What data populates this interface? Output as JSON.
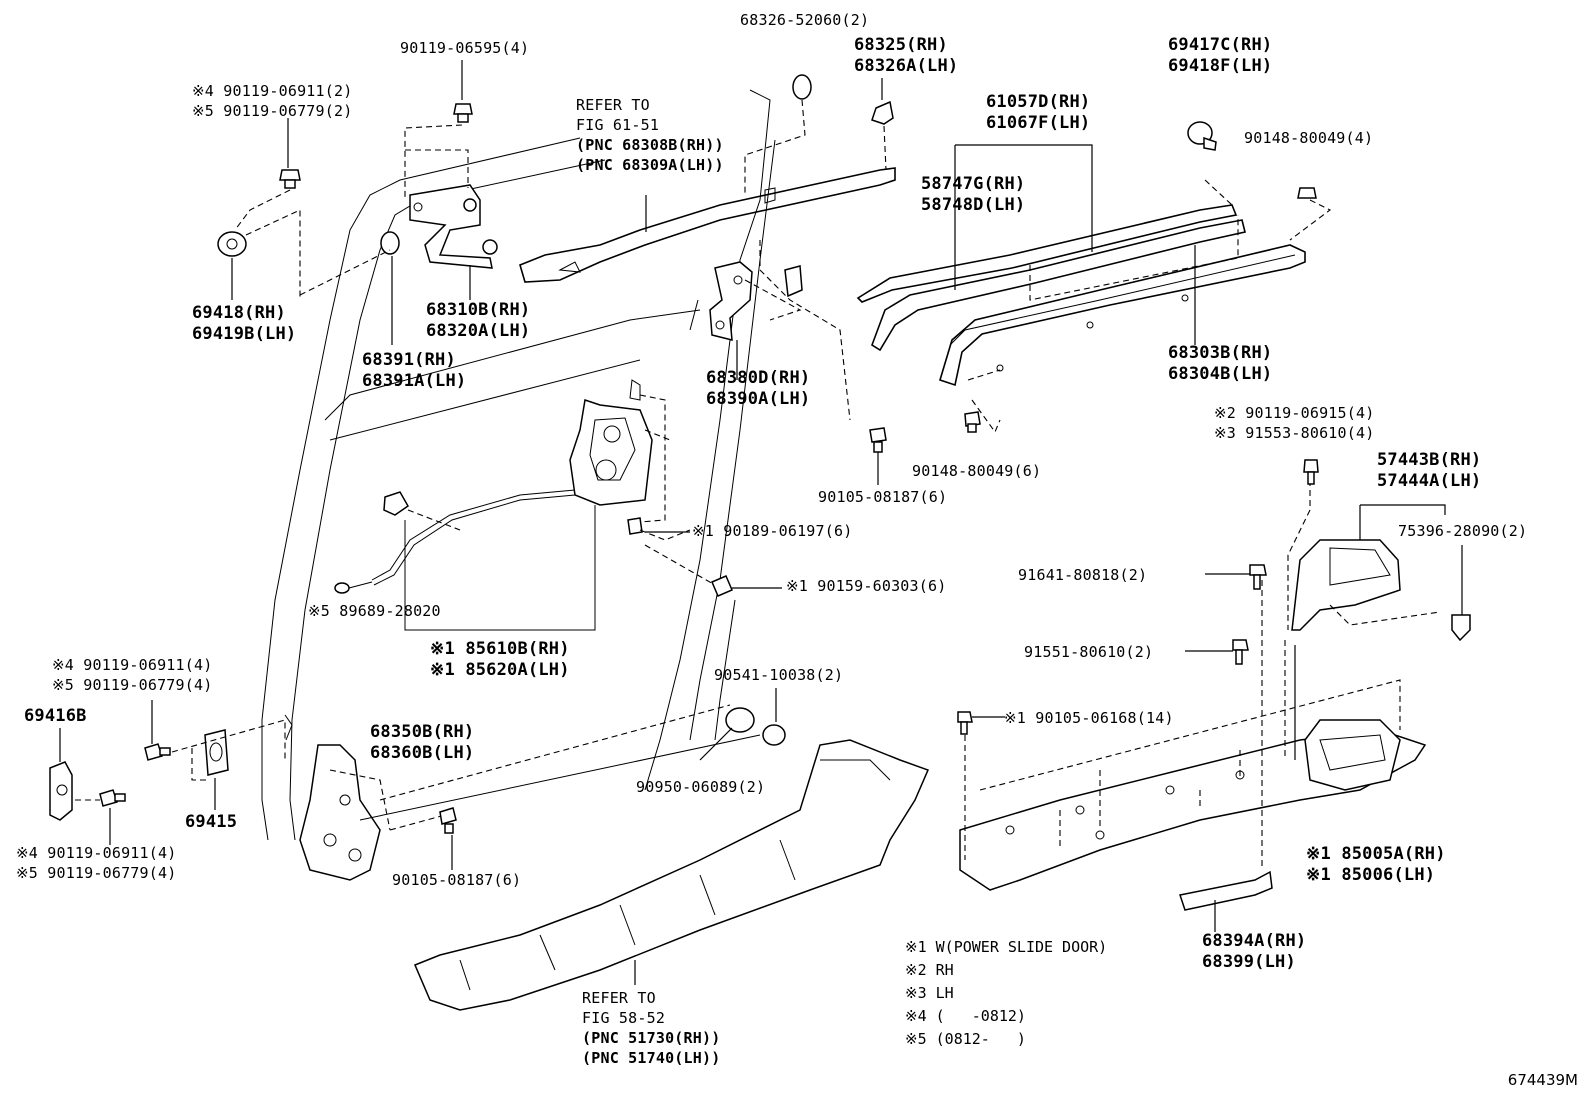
{
  "diagram_id": "674439M",
  "labels": {
    "p90119_06595": "90119-06595(4)",
    "p90119_06911_top": "※4 90119-06911(2)",
    "p90119_06779_top": "※5 90119-06779(2)",
    "p69418_rh": "69418(RH)",
    "p69419b_lh": "69419B(LH)",
    "p68391_rh": "68391(RH)",
    "p68391a_lh": "68391A(LH)",
    "p68310b_rh": "68310B(RH)",
    "p68320a_lh": "68320A(LH)",
    "refer_top_1": "REFER TO",
    "refer_top_2": "FIG 61-51",
    "refer_top_3": "(PNC 68308B(RH))",
    "refer_top_4": "(PNC 68309A(LH))",
    "p68326_52060": "68326-52060(2)",
    "p68325_rh": "68325(RH)",
    "p68326a_lh": "68326A(LH)",
    "p61057d_rh": "61057D(RH)",
    "p61067f_lh": "61067F(LH)",
    "p58747g_rh": "58747G(RH)",
    "p58748d_lh": "58748D(LH)",
    "p69417c_rh": "69417C(RH)",
    "p69418f_lh": "69418F(LH)",
    "p90148_80049_4": "90148-80049(4)",
    "p68303b_rh": "68303B(RH)",
    "p68304b_lh": "68304B(LH)",
    "p68380d_rh": "68380D(RH)",
    "p68390a_lh": "68390A(LH)",
    "p90148_80049_6": "90148-80049(6)",
    "p90105_08187_top": "90105-08187(6)",
    "p90189_06197": "※1 90189-06197(6)",
    "p90159_60303": "※1 90159-60303(6)",
    "p89689_28020": "※5 89689-28020",
    "p85610b_rh": "※1 85610B(RH)",
    "p85620a_lh": "※1 85620A(LH)",
    "p90119_06915": "※2 90119-06915(4)",
    "p91553_80610": "※3 91553-80610(4)",
    "p57443b_rh": "57443B(RH)",
    "p57444a_lh": "57444A(LH)",
    "p75396_28090": "75396-28090(2)",
    "p91641_80818": "91641-80818(2)",
    "p91551_80610": "91551-80610(2)",
    "p90105_06168": "※1 90105-06168(14)",
    "p85005a_rh": "※1 85005A(RH)",
    "p85006_lh": "※1 85006(LH)",
    "p68394a_rh": "68394A(RH)",
    "p68399_lh": "68399(LH)",
    "p90119_06911_mid": "※4 90119-06911(4)",
    "p90119_06779_mid": "※5 90119-06779(4)",
    "p69416b": "69416B",
    "p69415": "69415",
    "p90119_06911_bot": "※4 90119-06911(4)",
    "p90119_06779_bot": "※5 90119-06779(4)",
    "p68350b_rh": "68350B(RH)",
    "p68360b_lh": "68360B(LH)",
    "p90105_08187_bot": "90105-08187(6)",
    "p90541_10038": "90541-10038(2)",
    "p90950_06089": "90950-06089(2)",
    "refer_bot_1": "REFER TO",
    "refer_bot_2": "FIG 58-52",
    "refer_bot_3": "(PNC 51730(RH))",
    "refer_bot_4": "(PNC 51740(LH))"
  },
  "notes": [
    "※1 W(POWER SLIDE DOOR)",
    "※2 RH",
    "※3 LH",
    "※4 (   -0812)",
    "※5 (0812-   )"
  ]
}
